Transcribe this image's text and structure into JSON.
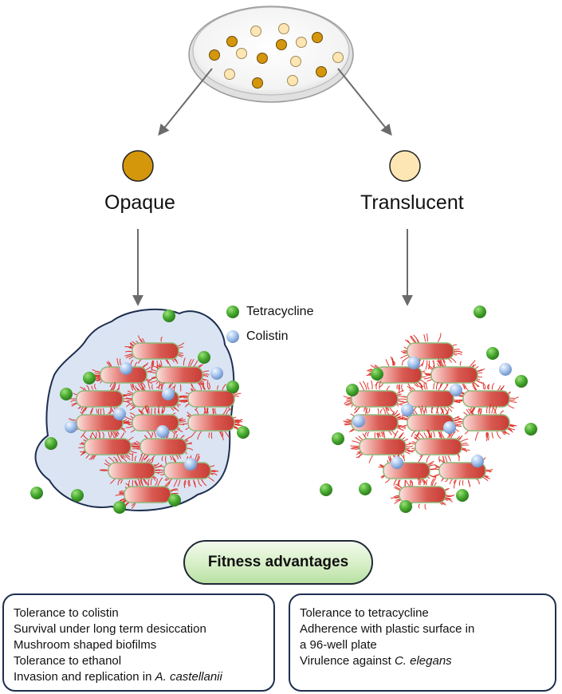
{
  "variants": {
    "opaque": {
      "label": "Opaque",
      "color": "#d4960b"
    },
    "translucent": {
      "label": "Translucent",
      "color": "#fde6b4"
    }
  },
  "legend": {
    "tetracycline": {
      "label": "Tetracycline",
      "color": "#4caf50"
    },
    "colistin": {
      "label": "Colistin",
      "color": "#a9c6ee"
    }
  },
  "fitness": {
    "title": "Fitness advantages"
  },
  "opaque_advantages": [
    {
      "text": "Tolerance to colistin",
      "italic": ""
    },
    {
      "text": "Survival under long term desiccation",
      "italic": ""
    },
    {
      "text": "Mushroom shaped biofilms",
      "italic": ""
    },
    {
      "text": "Tolerance to ethanol",
      "italic": ""
    },
    {
      "text": "Invasion and replication in ",
      "italic": "A. castellanii"
    }
  ],
  "translucent_advantages": [
    {
      "text": "Tolerance to tetracycline",
      "italic": ""
    },
    {
      "text": "Adherence with plastic surface in",
      "italic": ""
    },
    {
      "text": "a 96-well plate",
      "italic": ""
    },
    {
      "text": "Virulence against ",
      "italic": "C. elegans"
    }
  ]
}
